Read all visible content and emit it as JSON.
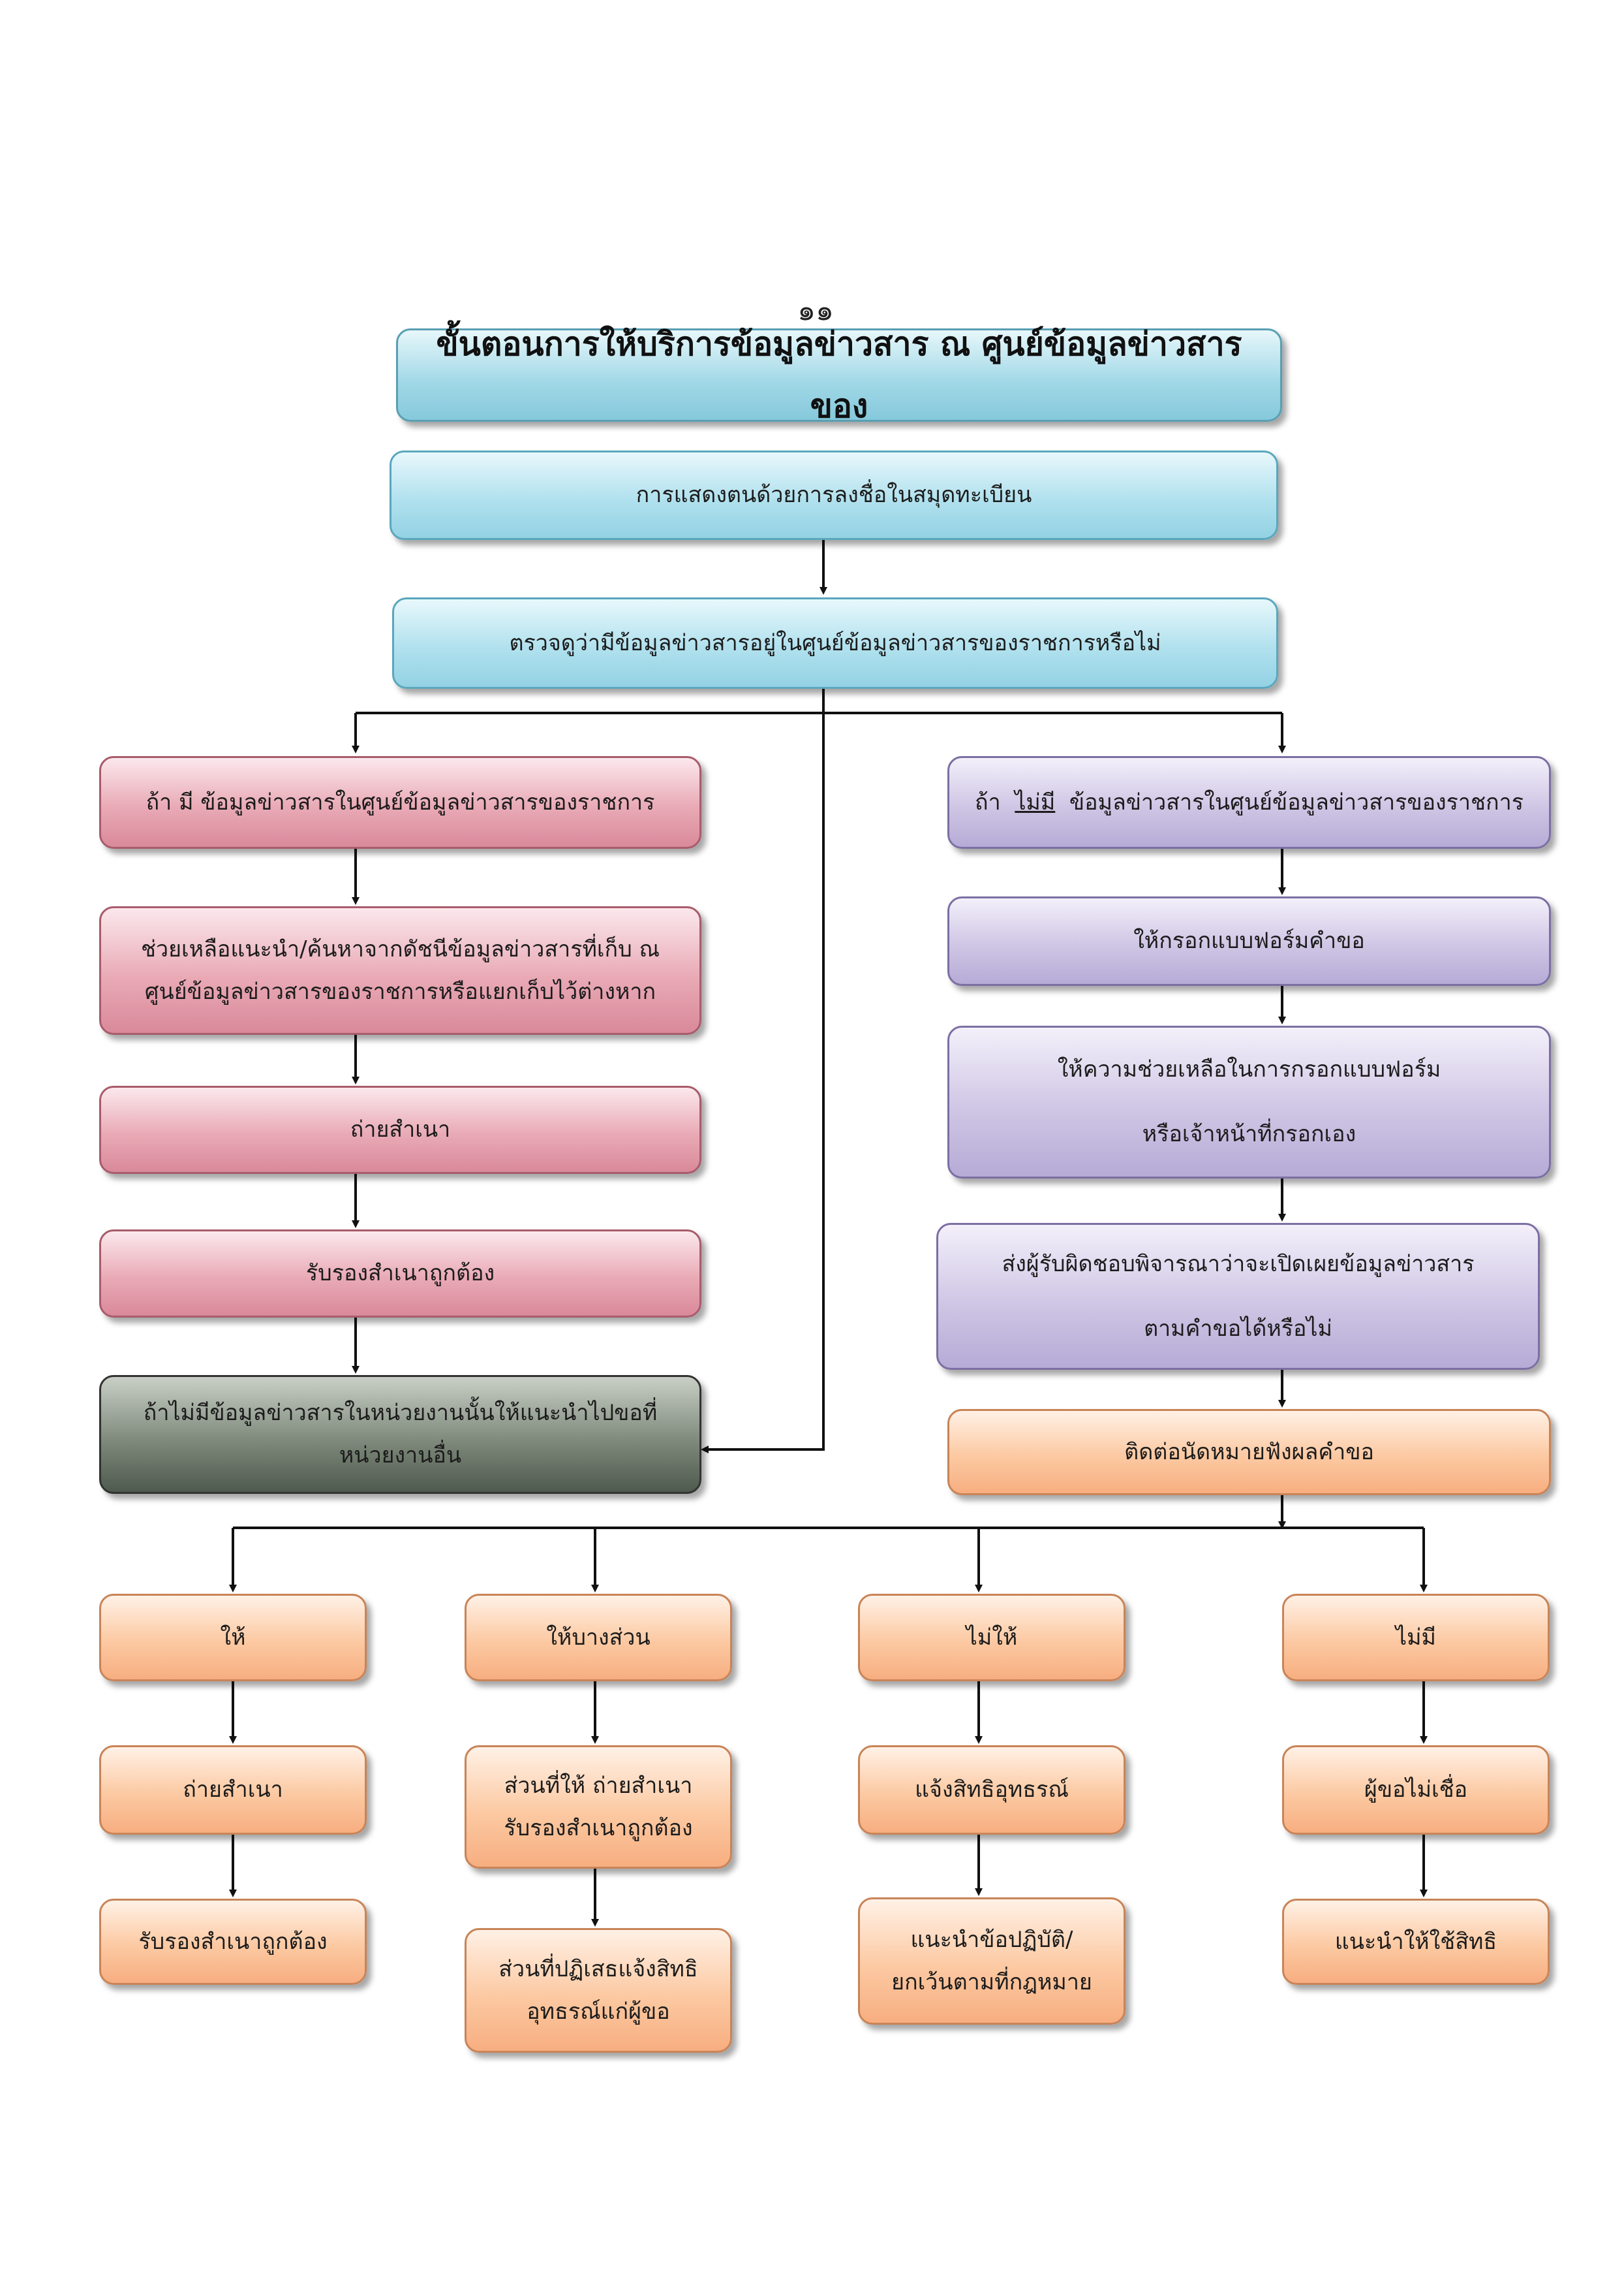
{
  "page_number": "๑๑",
  "title": "ขั้นตอนการให้บริการข้อมูลข่าวสาร ณ ศูนย์ข้อมูลข่าวสารของ",
  "steps": {
    "register": "การแสดงตนด้วยการลงชื่อในสมุดทะเบียน",
    "check": "ตรวจดูว่ามีข้อมูลข่าวสารอยู่ในศูนย์ข้อมูลข่าวสารของราชการหรือไม่"
  },
  "left_branch": {
    "has_info": "ถ้า  มี  ข้อมูลข่าวสารในศูนย์ข้อมูลข่าวสารของราชการ",
    "assist": [
      "ช่วยเหลือแนะนำ/ค้นหาจากดัชนีข้อมูลข่าวสารที่เก็บ  ณ",
      "ศูนย์ข้อมูลข่าวสารของราชการหรือแยกเก็บไว้ต่างหาก"
    ],
    "copy": "ถ่ายสำเนา",
    "certify": "รับรองสำเนาถูกต้อง",
    "refer": [
      "ถ้าไม่มีข้อมูลข่าวสารในหน่วยงานนั้นให้แนะนำไปขอที่",
      "หน่วยงานอื่น"
    ]
  },
  "right_branch": {
    "no_info_prefix": "ถ้า",
    "no_info_word": "ไม่มี",
    "no_info_suffix": "ข้อมูลข่าวสารในศูนย์ข้อมูลข่าวสารของราชการ",
    "fill_form": "ให้กรอกแบบฟอร์มคำขอ",
    "help_form": [
      "ให้ความช่วยเหลือในการกรอกแบบฟอร์ม",
      "หรือเจ้าหน้าที่กรอกเอง"
    ],
    "send_to": [
      "ส่งผู้รับผิดชอบพิจารณาว่าจะเปิดเผยข้อมูลข่าวสาร",
      "ตามคำขอได้หรือไม่"
    ],
    "appointment": "ติดต่อนัดหมายฟังผลคำขอ"
  },
  "outcomes": [
    {
      "label": "ให้",
      "step1": [
        "ถ่ายสำเนา"
      ],
      "step2": [
        "รับรองสำเนาถูกต้อง"
      ]
    },
    {
      "label": "ให้บางส่วน",
      "step1": [
        "ส่วนที่ให้  ถ่ายสำเนา",
        "รับรองสำเนาถูกต้อง"
      ],
      "step2": [
        "ส่วนที่ปฏิเสธแจ้งสิทธิ",
        "อุทธรณ์แก่ผู้ขอ"
      ]
    },
    {
      "label": "ไม่ให้",
      "step1": [
        "แจ้งสิทธิอุทธรณ์"
      ],
      "step2": [
        "แนะนำข้อปฏิบัติ/",
        "ยกเว้นตามที่กฎหมาย"
      ]
    },
    {
      "label": "ไม่มี",
      "step1": [
        "ผู้ขอไม่เชื่อ"
      ],
      "step2": [
        "แนะนำให้ใช้สิทธิ"
      ]
    }
  ]
}
